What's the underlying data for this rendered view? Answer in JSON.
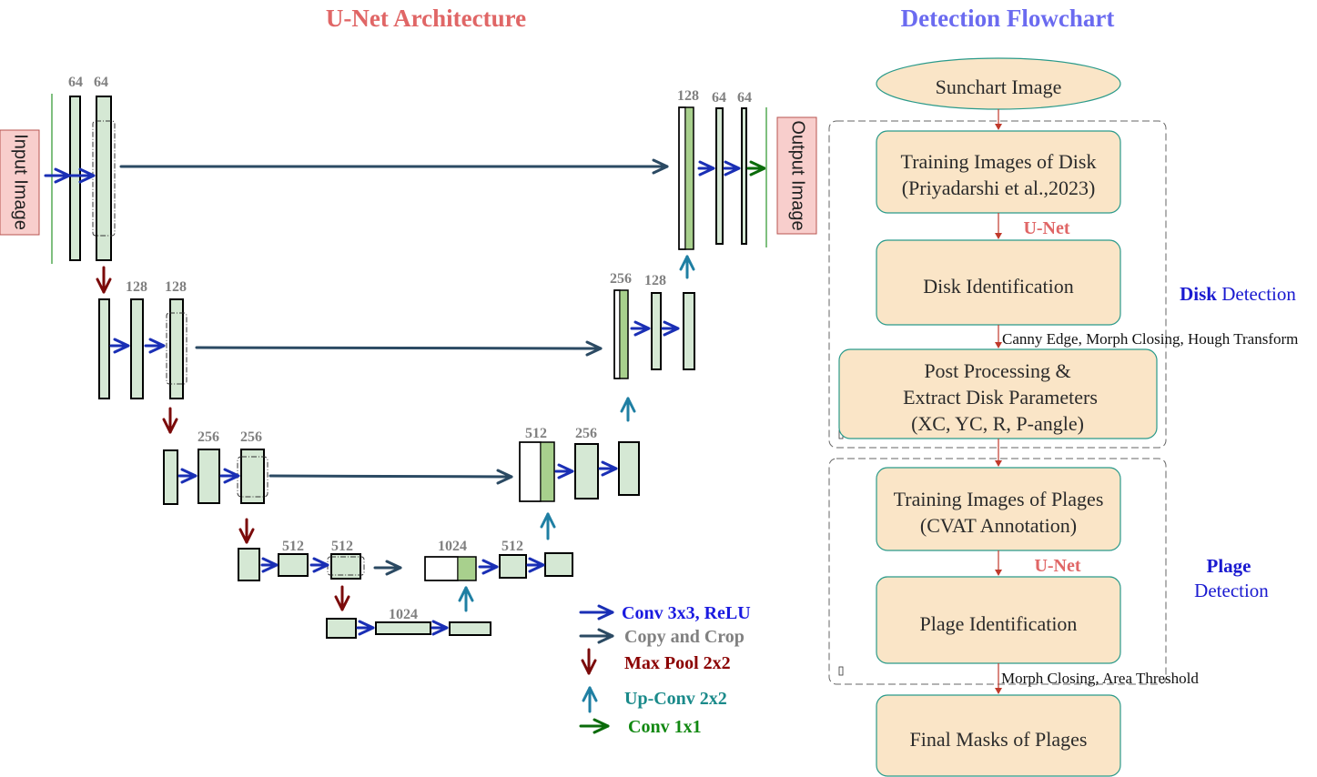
{
  "unet": {
    "title": "U-Net Architecture",
    "input_label": "Input Image",
    "output_label": "Output Image",
    "channels": {
      "enc1a": "64",
      "enc1b": "64",
      "enc2a": "128",
      "enc2b": "128",
      "enc3a": "256",
      "enc3b": "256",
      "enc4a": "512",
      "enc4b": "512",
      "bottom": "1024",
      "dec4concat": "1024",
      "dec4": "512",
      "dec3concat": "512",
      "dec3": "256",
      "dec2concat": "256",
      "dec2": "128",
      "dec1concat": "128",
      "dec1a": "64",
      "dec1b": "64"
    },
    "legend": {
      "conv": "Conv 3x3, ReLU",
      "copy": "Copy and Crop",
      "pool": "Max Pool 2x2",
      "up": "Up-Conv 2x2",
      "conv1x1": "Conv 1x1"
    }
  },
  "flowchart": {
    "title": "Detection Flowchart",
    "nodes": {
      "start": "Sunchart Image",
      "train_disk_l1": "Training Images of Disk",
      "train_disk_l2": "(Priyadarshi et al.,2023)",
      "disk_id": "Disk Identification",
      "post_l1": "Post Processing &",
      "post_l2": "Extract Disk Parameters",
      "post_l3": "(XC, YC, R, P-angle)",
      "train_plage_l1": "Training Images of Plages",
      "train_plage_l2": "(CVAT Annotation)",
      "plage_id": "Plage Identification",
      "final": "Final Masks of Plages"
    },
    "edge_labels": {
      "unet1": "U-Net",
      "canny": "Canny Edge, Morph Closing, Hough Transform",
      "unet2": "U-Net",
      "morph": "Morph Closing, Area Threshold"
    },
    "groups": {
      "disk_bold": "Disk",
      "disk_rest": " Detection",
      "plage_bold": "Plage",
      "plage_rest": "Detection"
    }
  },
  "colors": {
    "unet_title": "#e06666",
    "flow_title": "#6b6bf0",
    "node_fill": "#fae5c7",
    "block_fill": "#d5e8d4",
    "conv_arrow": "#1a2fb5",
    "copy_arrow": "#2b4a63",
    "pool_arrow": "#7b0a0a",
    "up_arrow": "#1f7fa3",
    "conv1x1_arrow": "#0b6b0b"
  }
}
